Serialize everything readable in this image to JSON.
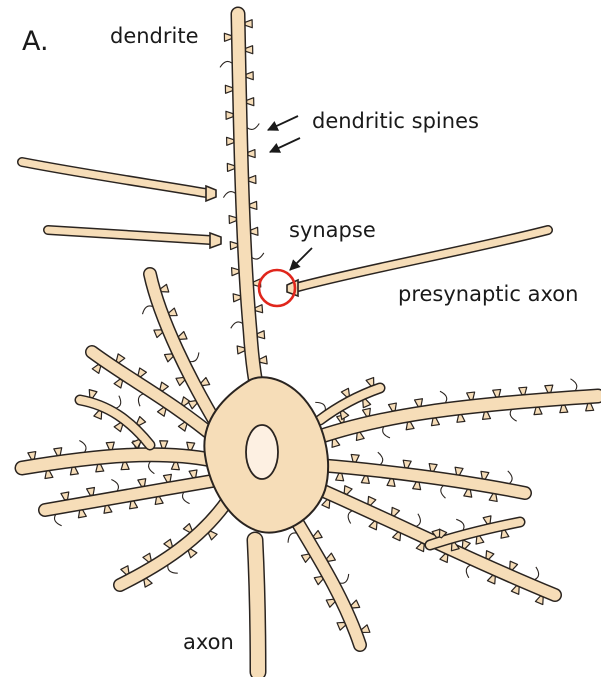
{
  "figure": {
    "panel_letter": "A.",
    "labels": {
      "dendrite": "dendrite",
      "dendritic_spines": "dendritic spines",
      "synapse": "synapse",
      "presynaptic_axon": "presynaptic axon",
      "axon": "axon"
    }
  },
  "colors": {
    "cell_fill": "#f6ddb8",
    "outline": "#2a2420",
    "nucleus_fill": "#fdf0e2",
    "synapse_circle": "#e0261c",
    "arrow": "#1a1a1a"
  }
}
